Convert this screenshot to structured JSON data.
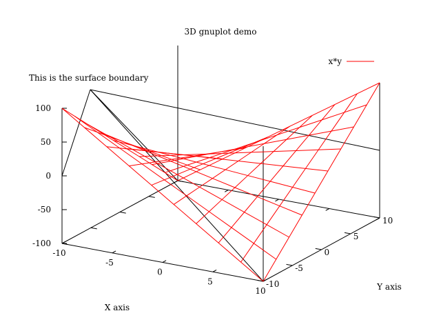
{
  "chart_data": {
    "type": "surface",
    "title": "3D gnuplot demo",
    "xlabel": "X axis",
    "ylabel": "Y axis",
    "zlabel": "",
    "xlim": [
      -10,
      10
    ],
    "ylim": [
      -10,
      10
    ],
    "zlim": [
      -100,
      100
    ],
    "xticks": [
      -10,
      -5,
      0,
      5,
      10
    ],
    "yticks": [
      -10,
      -5,
      0,
      5,
      10
    ],
    "zticks": [
      -100,
      -50,
      0,
      50,
      100
    ],
    "grid": false,
    "legend_position": "top-right",
    "series": [
      {
        "name": "x*y",
        "function": "x*y",
        "samples": 10,
        "color": "#ff0000"
      }
    ],
    "annotations": [
      {
        "text": "This is the surface boundary",
        "arrow_targets": [
          [
            -10,
            -10,
            0
          ],
          [
            -10,
            10,
            -100
          ],
          [
            10,
            -10,
            -100
          ],
          [
            10,
            10,
            0
          ]
        ]
      }
    ]
  }
}
